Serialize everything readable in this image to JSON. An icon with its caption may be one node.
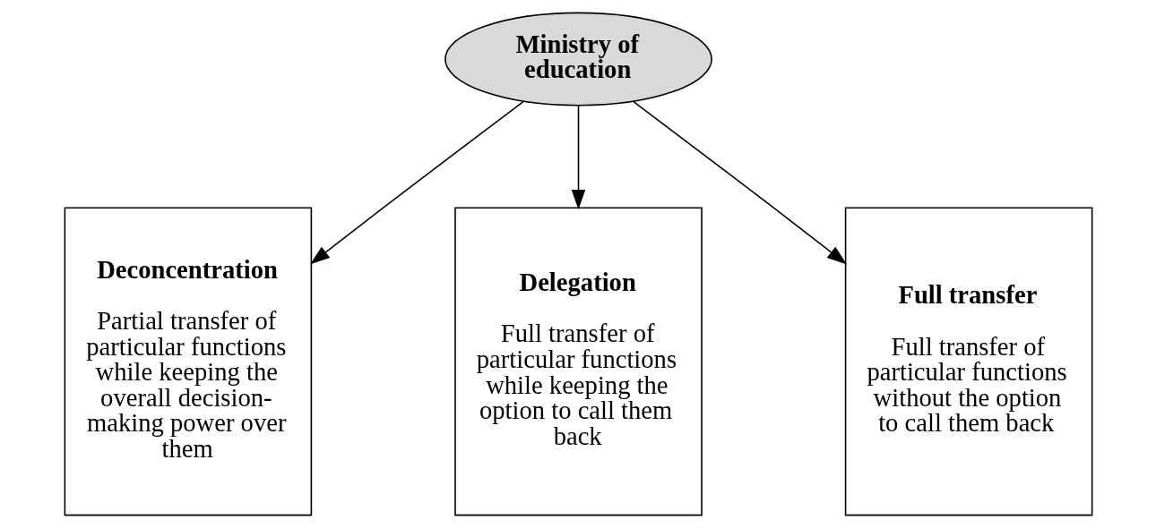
{
  "diagram": {
    "nodes": [
      {
        "text": [
          "Ministry of education"
        ]
      },
      {
        "text": [
          "Deconcentration",
          "Partial transfer of particular functions while keeping the overall decision-making power over them"
        ]
      },
      {
        "text": [
          "Delegation",
          "Full transfer of particular functions while keeping the option to call them back"
        ]
      },
      {
        "text": [
          "Full transfer",
          "Full transfer of particular functions without the option to call them back"
        ]
      }
    ],
    "edges": [
      {
        "from": 0,
        "to": 1,
        "arrow": "to"
      },
      {
        "from": 0,
        "to": 2,
        "arrow": "to"
      },
      {
        "from": 0,
        "to": 3,
        "arrow": "to"
      }
    ]
  }
}
